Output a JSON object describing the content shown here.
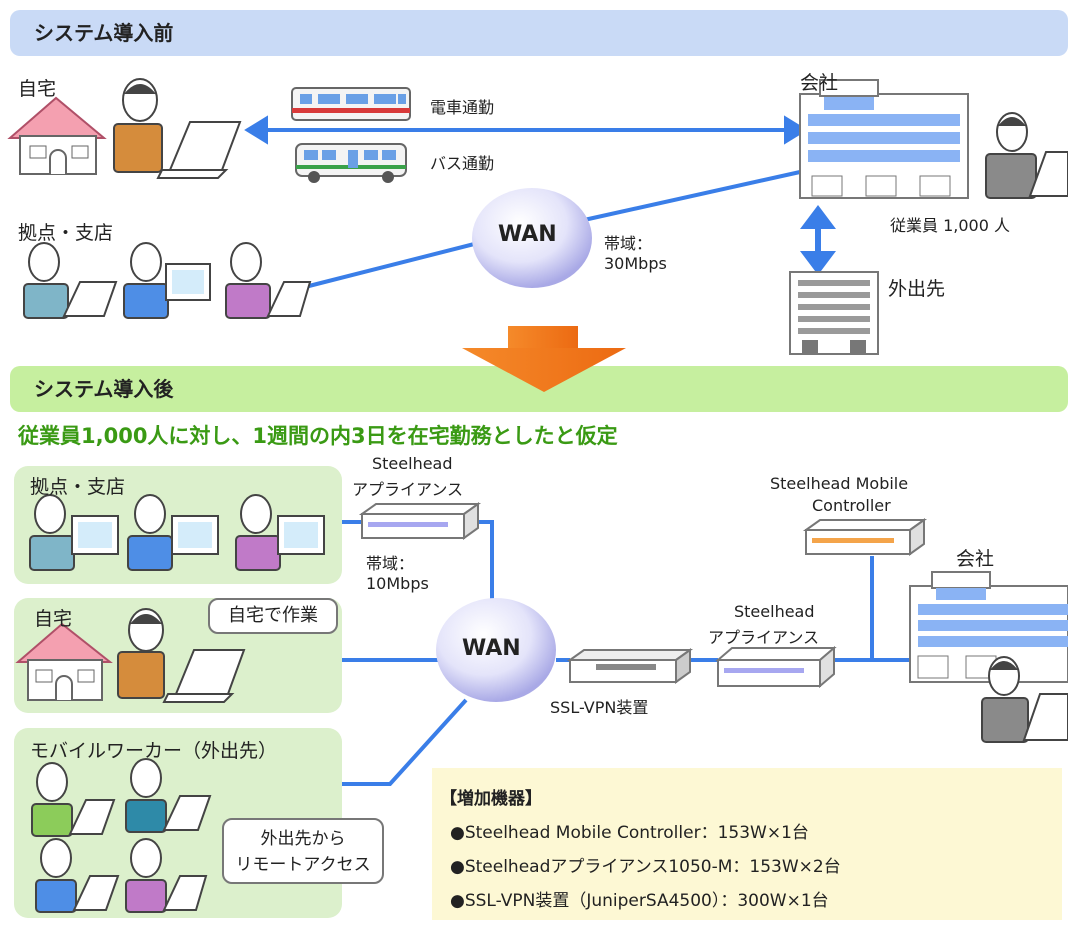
{
  "before": {
    "banner": "システム導入前",
    "home_label": "自宅",
    "train_label": "電車通勤",
    "bus_label": "バス通勤",
    "company_label": "会社",
    "employees_label": "従業員 1,000 人",
    "branch_label": "拠点・支店",
    "wan_label": "WAN",
    "bandwidth_label": "帯域：",
    "bandwidth_value": "30Mbps",
    "outside_label": "外出先"
  },
  "after": {
    "banner": "システム導入後",
    "assumption": "従業員1,000人に対し、1週間の内3日を在宅勤務としたと仮定",
    "branch_label": "拠点・支店",
    "steelhead_branch_line1": "Steelhead",
    "steelhead_branch_line2": "アプライアンス",
    "bandwidth_label": "帯域：",
    "bandwidth_value": "10Mbps",
    "home_label": "自宅",
    "home_bubble": "自宅で作業",
    "wan_label": "WAN",
    "mobile_label": "モバイルワーカー（外出先）",
    "mobile_bubble_line1": "外出先から",
    "mobile_bubble_line2": "リモートアクセス",
    "sslvpn_label": "SSL-VPN装置",
    "steelhead_hq_line1": "Steelhead",
    "steelhead_hq_line2": "アプライアンス",
    "smc_line1": "Steelhead Mobile",
    "smc_line2": "Controller",
    "company_label": "会社",
    "added_title": "【増加機器】",
    "added_items": [
      "●Steelhead Mobile Controller：153W×1台",
      "●Steelheadアプライアンス1050-M：153W×2台",
      "●SSL-VPN装置（JuniperSA4500）：300W×1台"
    ]
  },
  "colors": {
    "before_banner": "#c9daf6",
    "after_banner": "#c6ef9f",
    "assumption_text": "#3a9a14",
    "link_line": "#3a7ee8",
    "arrow": "#f07a1c",
    "panel": "#dcf0cc",
    "note_box": "#fdf8d4"
  }
}
